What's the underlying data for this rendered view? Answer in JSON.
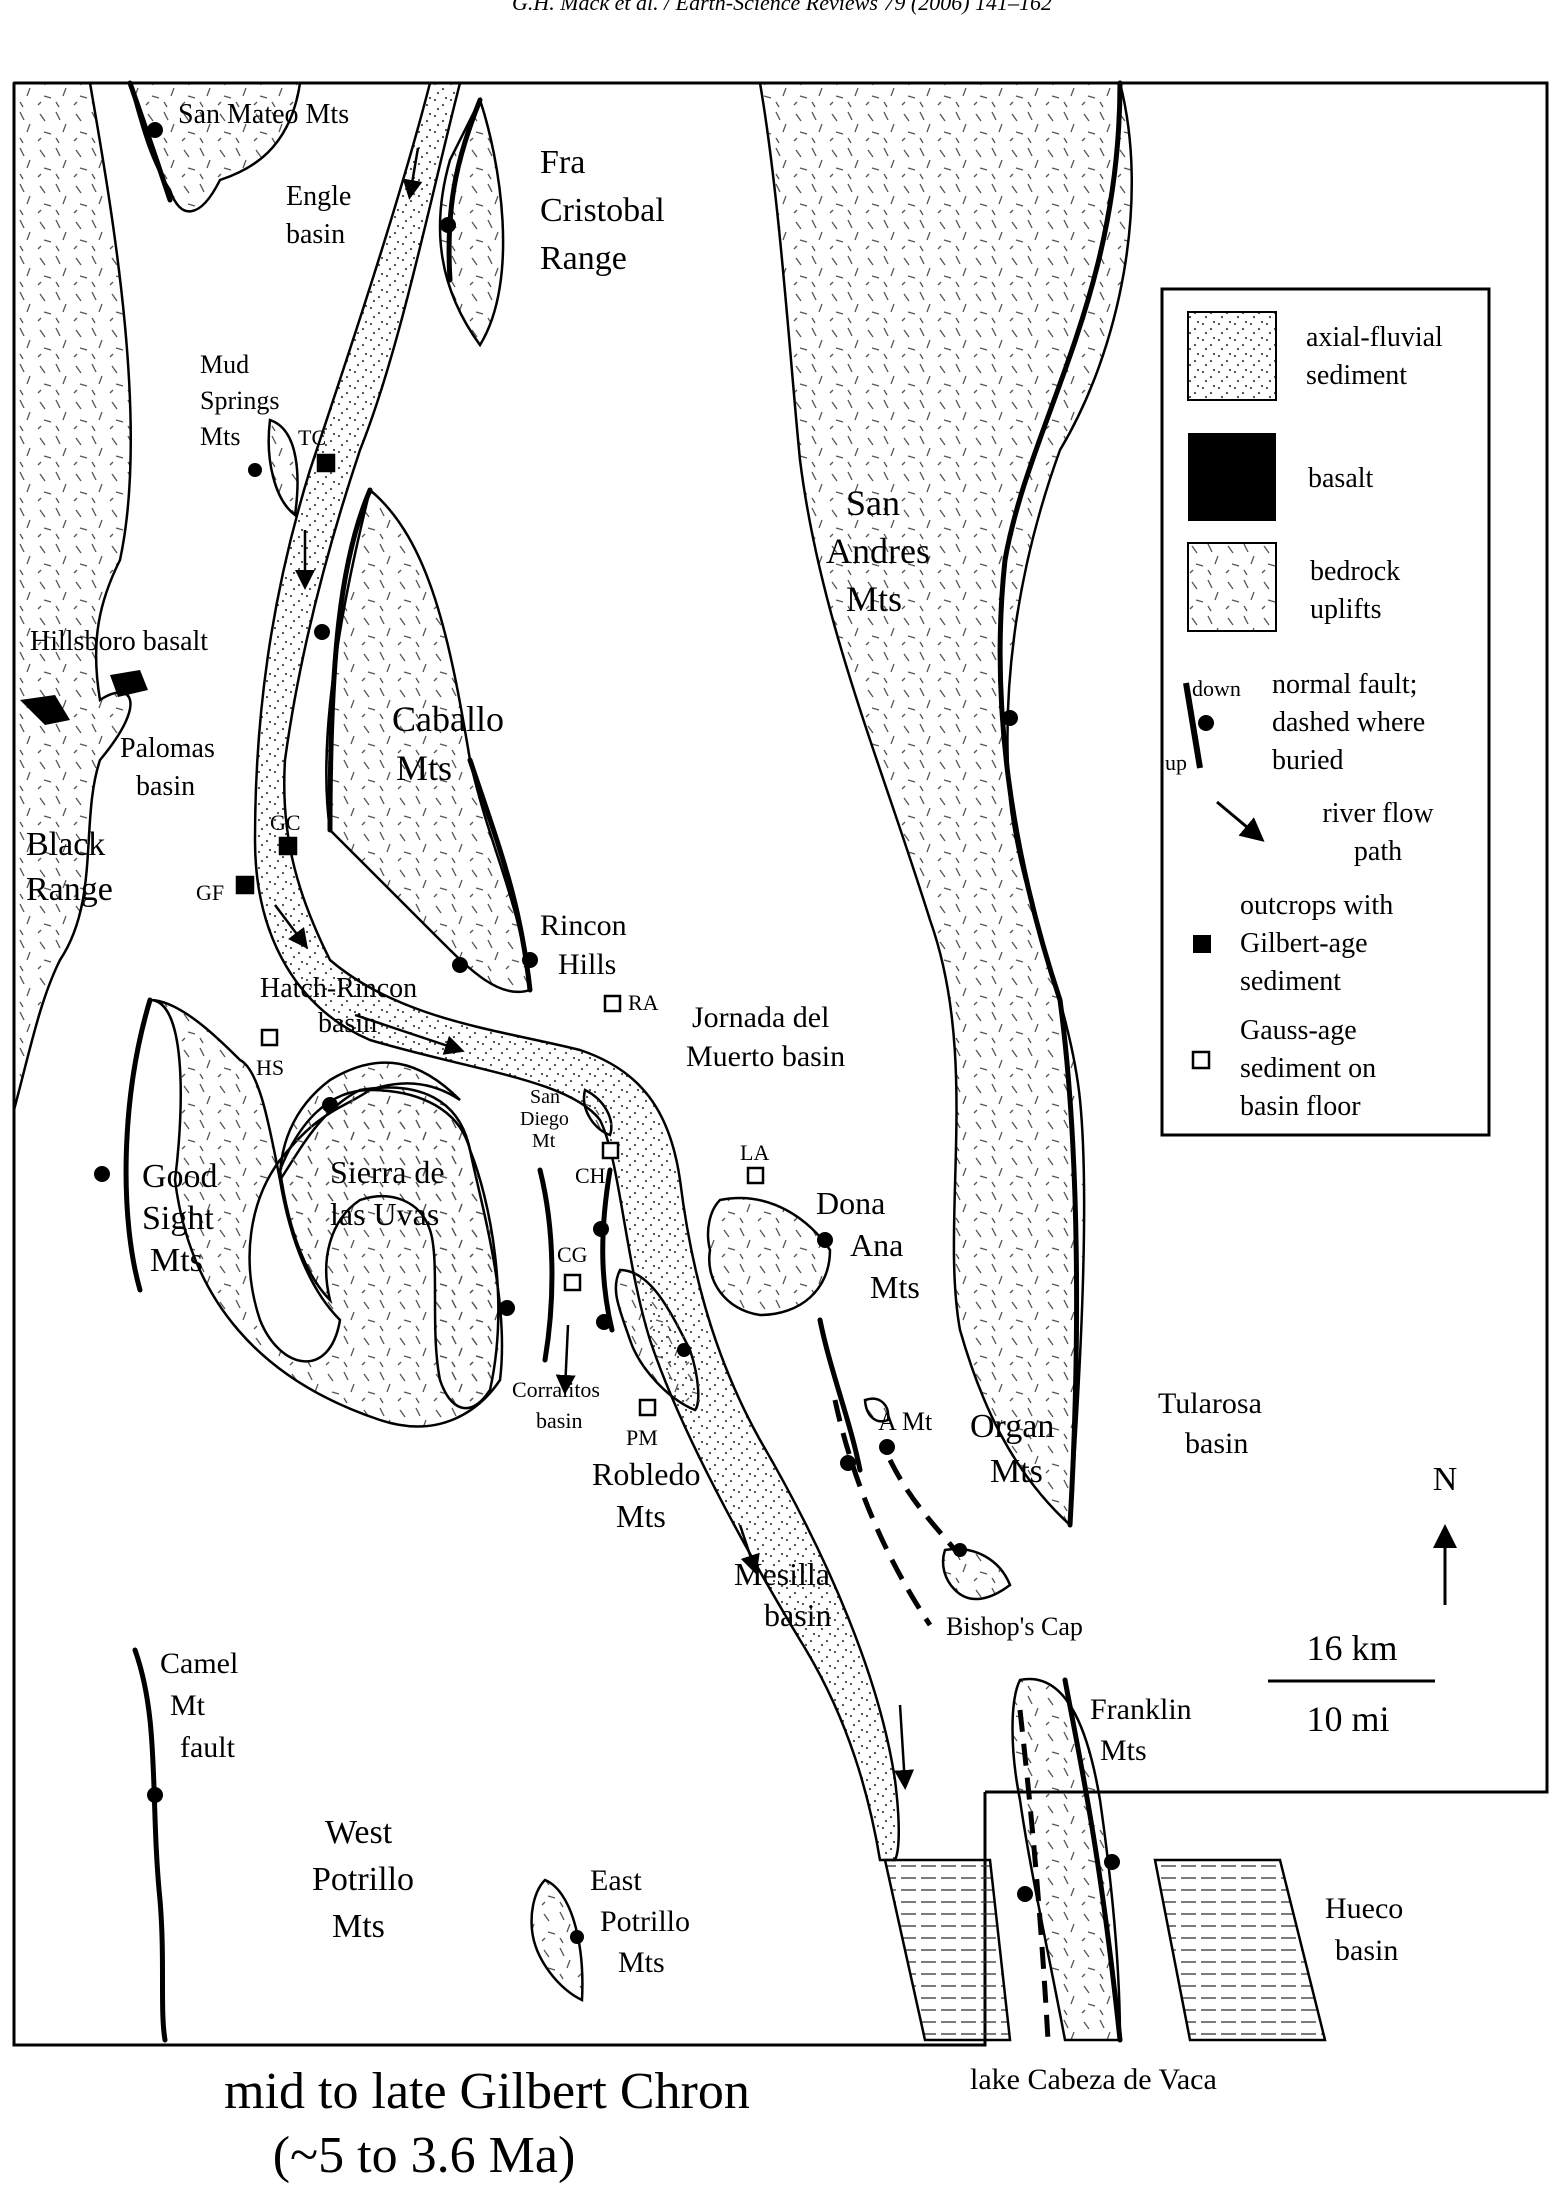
{
  "header": {
    "citation": "G.H. Mack et al. / Earth-Science Reviews 79 (2006) 141–162"
  },
  "map": {
    "labels": {
      "san_mateo": "San Mateo Mts",
      "engle_1": "Engle",
      "engle_2": "basin",
      "fra_1": "Fra",
      "fra_2": "Cristobal",
      "fra_3": "Range",
      "mud_1": "Mud",
      "mud_2": "Springs",
      "mud_3": "Mts",
      "tc": "TC",
      "hillsboro": "Hillsboro basalt",
      "palomas_1": "Palomas",
      "palomas_2": "basin",
      "black_1": "Black",
      "black_2": "Range",
      "gc": "GC",
      "gf": "GF",
      "caballo_1": "Caballo",
      "caballo_2": "Mts",
      "sanandres_1": "San",
      "sanandres_2": "Andres",
      "sanandres_3": "Mts",
      "rincon_1": "Rincon",
      "rincon_2": "Hills",
      "hatch_1": "Hatch-Rincon",
      "hatch_2": "basin",
      "ra": "RA",
      "hs": "HS",
      "jornada_1": "Jornada del",
      "jornada_2": "Muerto basin",
      "sandiego_1": "San",
      "sandiego_2": "Diego",
      "sandiego_3": "Mt",
      "ch": "CH",
      "la": "LA",
      "cg": "CG",
      "pm": "PM",
      "goodsight_1": "Good",
      "goodsight_2": "Sight",
      "goodsight_3": "Mts",
      "uvas_1": "Sierra de",
      "uvas_2": "las Uvas",
      "dona_1": "Dona",
      "dona_2": "Ana",
      "dona_3": "Mts",
      "corralitos_1": "Corralitos",
      "corralitos_2": "basin",
      "robledo_1": "Robledo",
      "robledo_2": "Mts",
      "amt": "A Mt",
      "organ_1": "Organ",
      "organ_2": "Mts",
      "tularosa_1": "Tularosa",
      "tularosa_2": "basin",
      "north": "N",
      "mesilla_1": "Mesilla",
      "mesilla_2": "basin",
      "bishops": "Bishop's Cap",
      "scale_km": "16 km",
      "scale_mi": "10 mi",
      "camel_1": "Camel",
      "camel_2": "Mt",
      "camel_3": "fault",
      "franklin_1": "Franklin",
      "franklin_2": "Mts",
      "westp_1": "West",
      "westp_2": "Potrillo",
      "westp_3": "Mts",
      "eastp_1": "East",
      "eastp_2": "Potrillo",
      "eastp_3": "Mts",
      "hueco_1": "Hueco",
      "hueco_2": "basin",
      "lake": "lake Cabeza de Vaca"
    }
  },
  "legend": {
    "axial_1": "axial-fluvial",
    "axial_2": "sediment",
    "basalt": "basalt",
    "bedrock_1": "bedrock",
    "bedrock_2": "uplifts",
    "down": "down",
    "up": "up",
    "fault_1": "normal fault;",
    "fault_2": "dashed where",
    "fault_3": "buried",
    "river_1": "river flow",
    "river_2": "path",
    "gilbert_1": "outcrops with",
    "gilbert_2": "Gilbert-age",
    "gilbert_3": "sediment",
    "gauss_1": "Gauss-age",
    "gauss_2": "sediment on",
    "gauss_3": "basin floor"
  },
  "caption": {
    "line1": "mid to late Gilbert Chron",
    "line2": "(~5 to 3.6 Ma)"
  }
}
